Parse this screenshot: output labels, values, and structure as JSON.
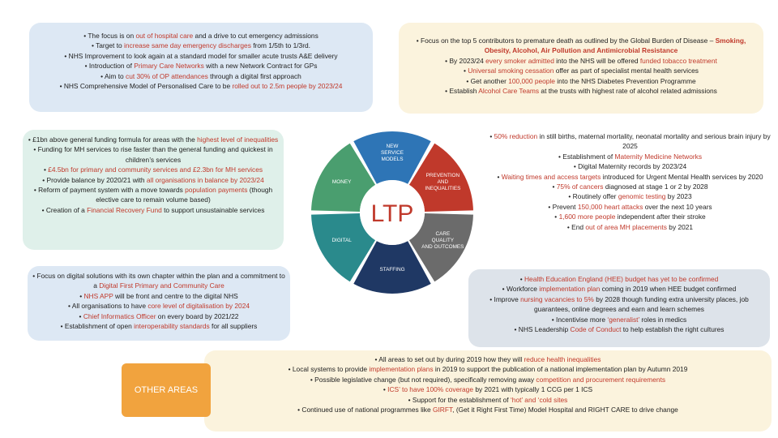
{
  "nhs_models": [
    [
      {
        "t": "The focus is on "
      },
      {
        "t": "out of hospital care",
        "h": 1
      },
      {
        "t": " and a drive to cut emergency admissions"
      }
    ],
    [
      {
        "t": "Target to "
      },
      {
        "t": "increase same day emergency discharges",
        "h": 1
      },
      {
        "t": " from 1/5th to 1/3rd."
      }
    ],
    [
      {
        "t": "NHS Improvement to look again at a standard model for smaller acute trusts A&E delivery"
      }
    ],
    [
      {
        "t": "Introduction of "
      },
      {
        "t": "Primary Care Networks",
        "h": 1
      },
      {
        "t": " with a new Network Contract for GPs"
      }
    ],
    [
      {
        "t": "Aim to "
      },
      {
        "t": "cut 30% of OP attendances",
        "h": 1
      },
      {
        "t": " through a digital first approach"
      }
    ],
    [
      {
        "t": "NHS Comprehensive Model of Personalised Care to be "
      },
      {
        "t": "rolled out to 2.5m people by 2023/24",
        "h": 1
      }
    ]
  ],
  "prevention": [
    [
      {
        "t": "Focus on the top 5 contributors to premature death as outlined by the Global Burden of Disease – "
      },
      {
        "t": "Smoking, Obesity, Alcohol, Air Pollution and Antimicrobial Resistance",
        "h": 2
      }
    ],
    [
      {
        "t": "By 2023/24 "
      },
      {
        "t": "every smoker admitted",
        "h": 1
      },
      {
        "t": " into the NHS will be offered "
      },
      {
        "t": "funded tobacco treatment",
        "h": 1
      }
    ],
    [
      {
        "t": "Universal smoking cessation",
        "h": 1
      },
      {
        "t": " offer as part of specialist mental health services"
      }
    ],
    [
      {
        "t": "Get another "
      },
      {
        "t": "100,000 people",
        "h": 1
      },
      {
        "t": " into the NHS Diabetes Prevention Programme"
      }
    ],
    [
      {
        "t": "Establish "
      },
      {
        "t": "Alcohol Care Teams",
        "h": 1
      },
      {
        "t": " at the trusts with highest rate of alcohol related admissions"
      }
    ]
  ],
  "money": [
    [
      {
        "t": "£1bn above general funding formula for areas with the "
      },
      {
        "t": "highest level of inequalities",
        "h": 1
      }
    ],
    [
      {
        "t": "Funding for MH services to rise faster than the general funding and quickest in children’s services"
      }
    ],
    [
      {
        "t": "£4.5bn for primary and community services and £2.3bn for MH services",
        "h": 1
      }
    ],
    [
      {
        "t": "Provide balance by 2020/21 with "
      },
      {
        "t": "all organisations in balance by 2023/24",
        "h": 1
      }
    ],
    [
      {
        "t": "Reform of payment system with a move towards "
      },
      {
        "t": "population payments",
        "h": 1
      },
      {
        "t": " (though elective care to remain volume based)"
      }
    ],
    [
      {
        "t": "Creation of a "
      },
      {
        "t": "Financial Recovery Fund",
        "h": 1
      },
      {
        "t": " to support unsustainable services"
      }
    ]
  ],
  "care_quality": [
    [
      {
        "t": "50% reduction",
        "h": 1
      },
      {
        "t": " in still births, maternal mortality, neonatal mortality and serious brain injury by 2025"
      }
    ],
    [
      {
        "t": "Establishment of "
      },
      {
        "t": "Maternity Medicine Networks",
        "h": 1
      }
    ],
    [
      {
        "t": "Digital Maternity records by 2023/24"
      }
    ],
    [
      {
        "t": "Waiting times and access targets",
        "h": 1
      },
      {
        "t": " introduced for Urgent Mental Health services by 2020"
      }
    ],
    [
      {
        "t": "75% of cancers",
        "h": 1
      },
      {
        "t": " diagnosed at stage 1 or 2 by 2028"
      }
    ],
    [
      {
        "t": "Routinely offer "
      },
      {
        "t": "genomic testing",
        "h": 1
      },
      {
        "t": " by 2023"
      }
    ],
    [
      {
        "t": "Prevent "
      },
      {
        "t": "150,000 heart attacks",
        "h": 1
      },
      {
        "t": " over the next 10 years"
      }
    ],
    [
      {
        "t": "1,600 more people",
        "h": 1
      },
      {
        "t": " independent after their stroke"
      }
    ],
    [
      {
        "t": "End "
      },
      {
        "t": "out of area MH placements",
        "h": 1
      },
      {
        "t": " by 2021"
      }
    ]
  ],
  "digital": [
    [
      {
        "t": "Focus on digital solutions with its own chapter within the plan and a commitment to a "
      },
      {
        "t": "Digital First Primary and Community Care",
        "h": 1
      }
    ],
    [
      {
        "t": "NHS APP",
        "h": 1
      },
      {
        "t": " will be front and centre to the digital NHS"
      }
    ],
    [
      {
        "t": "All organisations to have "
      },
      {
        "t": "core level of digitalisation by 2024",
        "h": 1
      }
    ],
    [
      {
        "t": "Chief Informatics Officer",
        "h": 1
      },
      {
        "t": " on every board by 2021/22"
      }
    ],
    [
      {
        "t": "Establishment of open "
      },
      {
        "t": "interoperability standards",
        "h": 1
      },
      {
        "t": " for all suppliers"
      }
    ]
  ],
  "staffing": [
    [
      {
        "t": "Health Education England (HEE) budget has yet to be confirmed",
        "h": 1
      }
    ],
    [
      {
        "t": "Workforce "
      },
      {
        "t": "implementation plan",
        "h": 1
      },
      {
        "t": " coming in 2019 when HEE budget confirmed"
      }
    ],
    [
      {
        "t": "Improve "
      },
      {
        "t": "nursing vacancies to 5%",
        "h": 1
      },
      {
        "t": " by 2028 though funding extra university places, job guarantees, online degrees and earn and learn schemes"
      }
    ],
    [
      {
        "t": "Incentivise more "
      },
      {
        "t": "‘generalist’",
        "h": 1
      },
      {
        "t": " roles in medics"
      }
    ],
    [
      {
        "t": "NHS Leadership "
      },
      {
        "t": "Code of Conduct",
        "h": 1
      },
      {
        "t": " to help establish the right cultures"
      }
    ]
  ],
  "other_areas": [
    [
      {
        "t": "All areas to set out by during 2019 how they will "
      },
      {
        "t": "reduce health inequalities",
        "h": 1
      }
    ],
    [
      {
        "t": "Local systems to provide "
      },
      {
        "t": "implementation plans",
        "h": 1
      },
      {
        "t": " in 2019 to support the publication of a national implementation plan by Autumn 2019"
      }
    ],
    [
      {
        "t": "Possible legislative change (but not required), specifically removing away "
      },
      {
        "t": "competition and procurement requirements",
        "h": 1
      }
    ],
    [
      {
        "t": "ICS’ to have 100% coverage",
        "h": 1
      },
      {
        "t": " by 2021 with typically 1 CCG per 1 ICS"
      }
    ],
    [
      {
        "t": "Support for the establishment of "
      },
      {
        "t": "‘hot’ and ‘cold sites",
        "h": 1
      }
    ],
    [
      {
        "t": "Continued use of national programmes like "
      },
      {
        "t": "GIRFT",
        "h": 1
      },
      {
        "t": ", (Get it Right First Time) Model Hospital and RIGHT CARE to drive change"
      }
    ]
  ],
  "other_label": "OTHER AREAS",
  "wheel": {
    "center": "LTP",
    "segments": [
      {
        "label": "NEW SERVICE MODELS",
        "color": "#2e75b6",
        "dark": false
      },
      {
        "label": "PREVENTION AND INEQUALITIES",
        "color": "#c0392b",
        "dark": false
      },
      {
        "label": "CARE QUALITY AND OUTCOMES",
        "color": "#6b6b6b",
        "dark": false
      },
      {
        "label": "STAFFING",
        "color": "#1f3864",
        "dark": false
      },
      {
        "label": "DIGITAL",
        "color": "#2a8a8c",
        "dark": false
      },
      {
        "label": "MONEY",
        "color": "#4a9e6f",
        "dark": false
      }
    ]
  },
  "colors": {
    "highlight": "#c0392b",
    "other_tab": "#f1a33e"
  }
}
